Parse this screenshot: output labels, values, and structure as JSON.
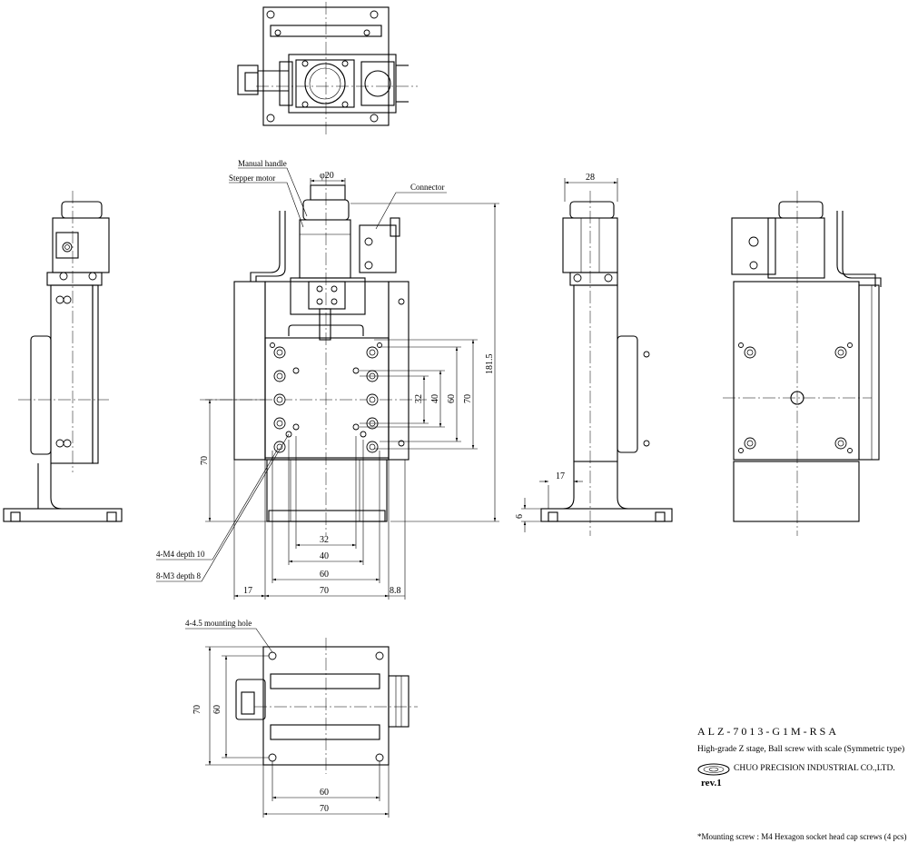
{
  "labels": {
    "manual_handle": "Manual handle",
    "stepper_motor": "Stepper motor",
    "connector": "Connector",
    "m4_depth": "4-M4 depth 10",
    "m3_depth": "8-M3 depth 8",
    "mounting_hole": "4-4.5 mounting hole"
  },
  "dimensions": {
    "phi20": "φ20",
    "d28": "28",
    "d181_5": "181.5",
    "d32_v": "32",
    "d40_v": "40",
    "d60_v": "60",
    "d70_v": "70",
    "d70_left": "70",
    "d17_side": "17",
    "d6": "6",
    "d32_h": "32",
    "d40_h": "40",
    "d60_h": "60",
    "d17_bottom": "17",
    "d70_bottom": "70",
    "d8_8": "8.8",
    "top_d70_v": "70",
    "top_d60_v": "60",
    "top_d60_h": "60",
    "top_d70_h": "70"
  },
  "title_block": {
    "model": "ALZ-7013-G1M-RSA",
    "description": "High-grade Z stage, Ball screw with scale (Symmetric type)",
    "company": "CHUO PRECISION INDUSTRIAL CO.,LTD.",
    "revision": "rev.1",
    "note": "*Mounting screw : M4 Hexagon socket head cap screws (4 pcs)"
  }
}
